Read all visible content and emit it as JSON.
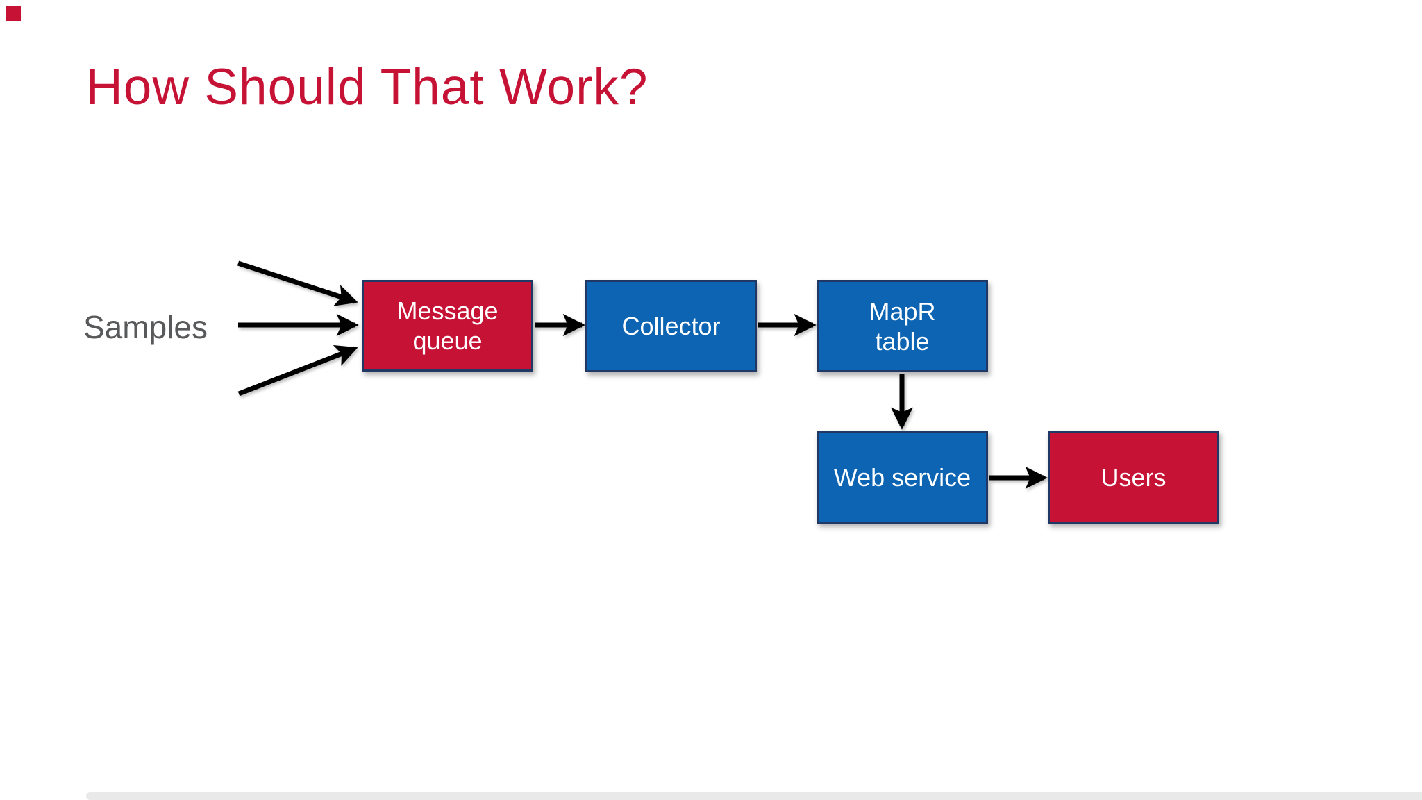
{
  "slide": {
    "title": "How Should That Work?",
    "title_color": "#C51235",
    "background": "#FFFFFF"
  },
  "diagram": {
    "source_label": "Samples",
    "nodes": [
      {
        "id": "message-queue",
        "label": "Message queue",
        "lines": [
          "Message",
          "queue"
        ],
        "fill": "#C51235",
        "text_color": "#FFFFFF"
      },
      {
        "id": "collector",
        "label": "Collector",
        "lines": [
          "Collector"
        ],
        "fill": "#0C64B2",
        "text_color": "#FFFFFF"
      },
      {
        "id": "mapr-table",
        "label": "MapR table",
        "lines": [
          "MapR",
          "table"
        ],
        "fill": "#0C64B2",
        "text_color": "#FFFFFF"
      },
      {
        "id": "web-service",
        "label": "Web service",
        "lines": [
          "Web service"
        ],
        "fill": "#0C64B2",
        "text_color": "#FFFFFF"
      },
      {
        "id": "users",
        "label": "Users",
        "lines": [
          "Users"
        ],
        "fill": "#C51235",
        "text_color": "#FFFFFF"
      }
    ],
    "edges": [
      {
        "from": "samples",
        "to": "message-queue",
        "variant": "top"
      },
      {
        "from": "samples",
        "to": "message-queue",
        "variant": "middle"
      },
      {
        "from": "samples",
        "to": "message-queue",
        "variant": "bottom"
      },
      {
        "from": "message-queue",
        "to": "collector"
      },
      {
        "from": "collector",
        "to": "mapr-table"
      },
      {
        "from": "mapr-table",
        "to": "web-service"
      },
      {
        "from": "web-service",
        "to": "users"
      }
    ],
    "colors": {
      "node_red": "#C51235",
      "node_blue": "#0C64B2",
      "node_border": "#1F3864",
      "arrow": "#000000",
      "source_label_color": "#58595B"
    }
  }
}
